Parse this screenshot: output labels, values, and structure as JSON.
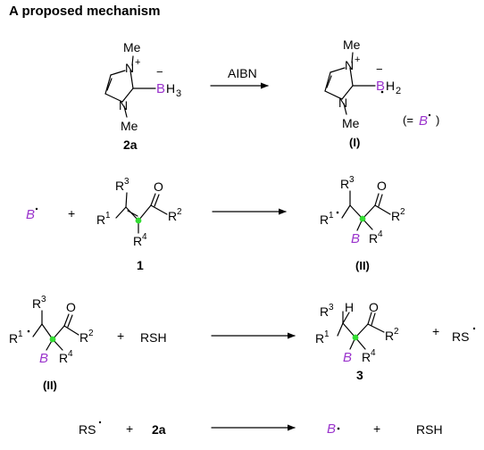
{
  "title": "A proposed mechanism",
  "colors": {
    "boron": "#9a33cc",
    "radical_carbon": "#33dd33"
  },
  "row1": {
    "reactant": {
      "me_top": "Me",
      "me_bottom": "Me",
      "plus": "+",
      "minus": "−",
      "boron": "B",
      "h": "H",
      "sub3": "3",
      "label": "2a"
    },
    "arrow_label": "AIBN",
    "product": {
      "me_top": "Me",
      "me_bottom": "Me",
      "plus": "+",
      "minus": "−",
      "boron": "B",
      "h": "H",
      "sub2": "2",
      "label": "(I)",
      "equals": "(=",
      "eq_boron": "B",
      "close": ")"
    }
  },
  "row2": {
    "boryl": "B",
    "plus": "+",
    "substrate": {
      "r1": "R",
      "r1_sup": "1",
      "r2": "R",
      "r2_sup": "2",
      "r3": "R",
      "r3_sup": "3",
      "r4": "R",
      "r4_sup": "4",
      "o": "O",
      "label": "1"
    },
    "product": {
      "r1": "R",
      "r1_sup": "1",
      "r2": "R",
      "r2_sup": "2",
      "r3": "R",
      "r3_sup": "3",
      "r4": "R",
      "r4_sup": "4",
      "o": "O",
      "boron": "B",
      "label": "(II)"
    }
  },
  "row3": {
    "reactant": {
      "r1": "R",
      "r1_sup": "1",
      "r2": "R",
      "r2_sup": "2",
      "r3": "R",
      "r3_sup": "3",
      "r4": "R",
      "r4_sup": "4",
      "o": "O",
      "boron": "B",
      "label": "(II)"
    },
    "plus1": "+",
    "rsh": "RSH",
    "product": {
      "r1": "R",
      "r1_sup": "1",
      "r2": "R",
      "r2_sup": "2",
      "r3": "R",
      "r3_sup": "3",
      "r4": "R",
      "r4_sup": "4",
      "h": "H",
      "o": "O",
      "boron": "B",
      "label": "3"
    },
    "plus2": "+",
    "rs": "RS"
  },
  "row4": {
    "rs": "RS",
    "plus1": "+",
    "reagent": "2a",
    "boryl": "B",
    "plus2": "+",
    "rsh": "RSH"
  }
}
